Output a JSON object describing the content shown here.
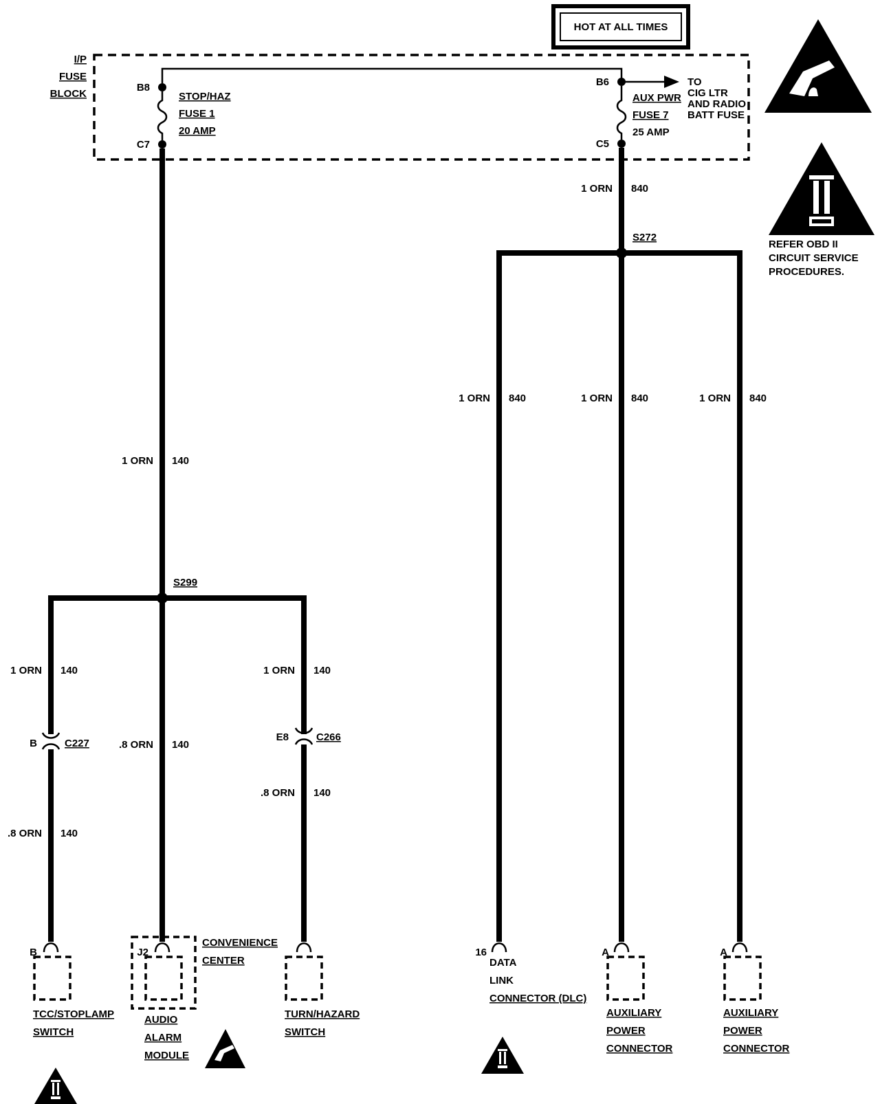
{
  "header": {
    "hot_label": "HOT AT ALL TIMES"
  },
  "fuse_block": {
    "label": [
      "I/P",
      "FUSE",
      "BLOCK"
    ],
    "fuse1": {
      "in_term": "B8",
      "out_term": "C7",
      "lines": [
        "STOP/HAZ",
        "FUSE 1",
        "20 AMP"
      ]
    },
    "fuse7": {
      "in_term": "B6",
      "out_term": "C5",
      "lines": [
        "AUX PWR",
        "FUSE 7",
        "25 AMP"
      ]
    },
    "to_label": [
      "TO",
      "CIG LTR",
      "AND RADIO",
      "BATT FUSE"
    ]
  },
  "obd_note": [
    "REFER OBD II",
    "CIRCUIT SERVICE",
    "PROCEDURES."
  ],
  "splices": {
    "s272": "S272",
    "s299": "S299"
  },
  "wire_labels": {
    "w_c5": {
      "size": "1 ORN",
      "circuit": "840"
    },
    "w_dlc": {
      "size": "1 ORN",
      "circuit": "840"
    },
    "w_aux1": {
      "size": "1 ORN",
      "circuit": "840"
    },
    "w_aux2": {
      "size": "1 ORN",
      "circuit": "840"
    },
    "w_c7": {
      "size": "1 ORN",
      "circuit": "140"
    },
    "w_left_up": {
      "size": "1 ORN",
      "circuit": "140"
    },
    "w_left_dn": {
      "size": ".8 ORN",
      "circuit": "140"
    },
    "w_mid": {
      "size": ".8 ORN",
      "circuit": "140"
    },
    "w_right_up": {
      "size": "1 ORN",
      "circuit": "140"
    },
    "w_right_dn": {
      "size": ".8 ORN",
      "circuit": "140"
    }
  },
  "connectors": {
    "c227": {
      "name": "C227",
      "pin": "B"
    },
    "c266": {
      "name": "C266",
      "pin": "E8"
    }
  },
  "components": {
    "tcc": {
      "pin": "B",
      "lines": [
        "TCC/STOPLAMP",
        "SWITCH"
      ]
    },
    "audio": {
      "pin": "J2",
      "lines": [
        "AUDIO",
        "ALARM",
        "MODULE"
      ],
      "outer": [
        "CONVENIENCE",
        "CENTER"
      ]
    },
    "turn": {
      "lines": [
        "TURN/HAZARD",
        "SWITCH"
      ]
    },
    "dlc": {
      "pin": "16",
      "lines": [
        "DATA",
        "LINK",
        "CONNECTOR (DLC)"
      ]
    },
    "aux1": {
      "pin": "A",
      "lines": [
        "AUXILIARY",
        "POWER",
        "CONNECTOR"
      ]
    },
    "aux2": {
      "pin": "A",
      "lines": [
        "AUXILIARY",
        "POWER",
        "CONNECTOR"
      ]
    }
  },
  "icons": [
    "esd-warning-icon",
    "obd-ii-warning-icon"
  ]
}
